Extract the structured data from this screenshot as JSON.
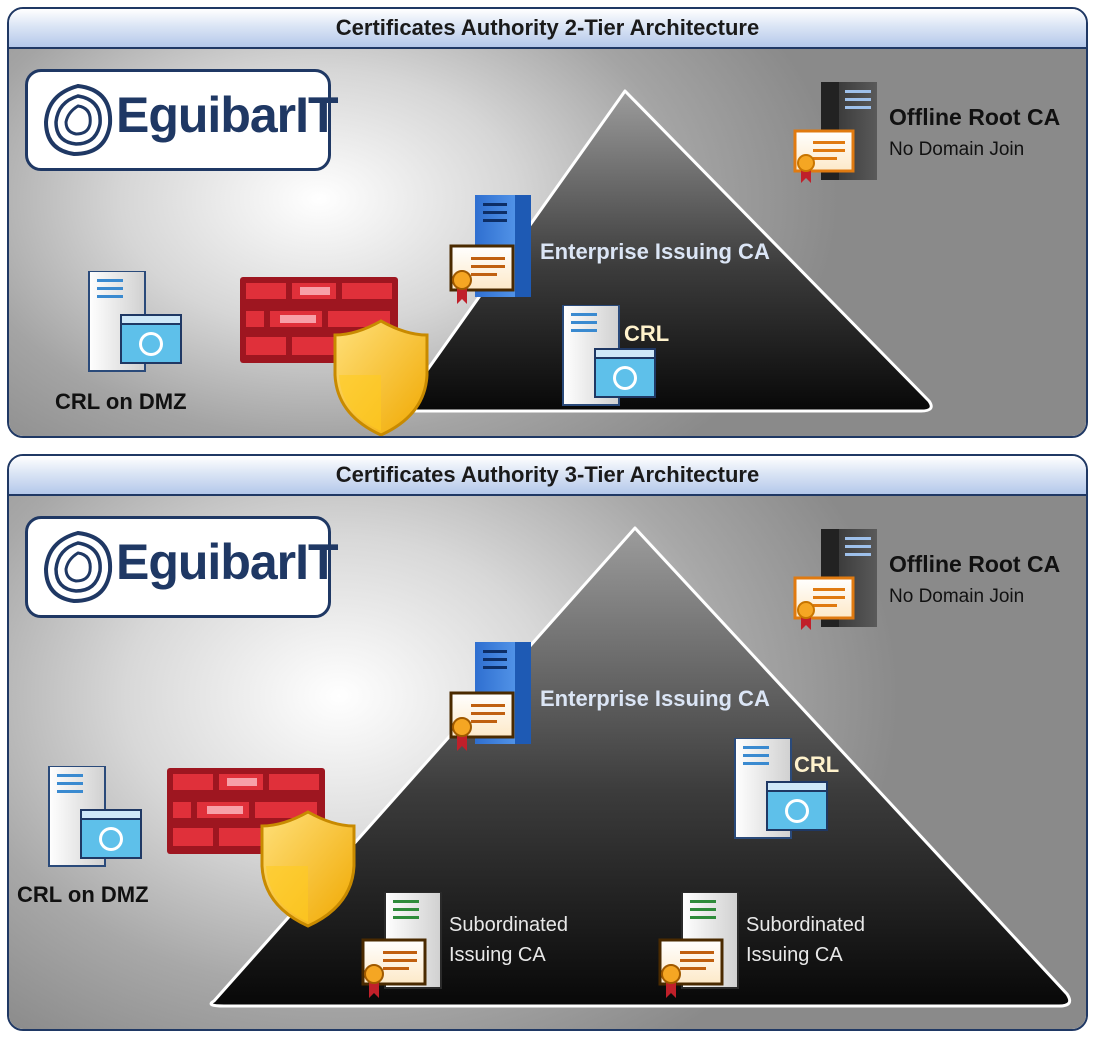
{
  "panels": [
    {
      "title": "Certificates Authority 2-Tier Architecture",
      "logo": "EguibarIT",
      "labels": {
        "root_title": "Offline Root CA",
        "root_sub": "No Domain Join",
        "enterprise": "Enterprise Issuing CA",
        "crl": "CRL",
        "crl_dmz": "CRL on DMZ"
      }
    },
    {
      "title": "Certificates Authority 3-Tier Architecture",
      "logo": "EguibarIT",
      "labels": {
        "root_title": "Offline Root CA",
        "root_sub": "No Domain Join",
        "enterprise": "Enterprise Issuing CA",
        "crl": "CRL",
        "crl_dmz": "CRL on DMZ",
        "sub_left_1": "Subordinated",
        "sub_left_2": "Issuing CA",
        "sub_right_1": "Subordinated",
        "sub_right_2": "Issuing CA"
      }
    }
  ],
  "colors": {
    "frame": "#1f3864",
    "firewall": "#c8202a",
    "shield": "#ffc000",
    "pyramid_top": "#9a9a9a",
    "pyramid_bottom": "#0c0c0c",
    "enterprise_label": "#dbe5f5",
    "crl_label": "#fff2cc"
  },
  "icons": [
    "logo-swirl-icon",
    "server-tower-icon",
    "certificate-icon",
    "web-server-icon",
    "firewall-icon",
    "shield-icon"
  ]
}
